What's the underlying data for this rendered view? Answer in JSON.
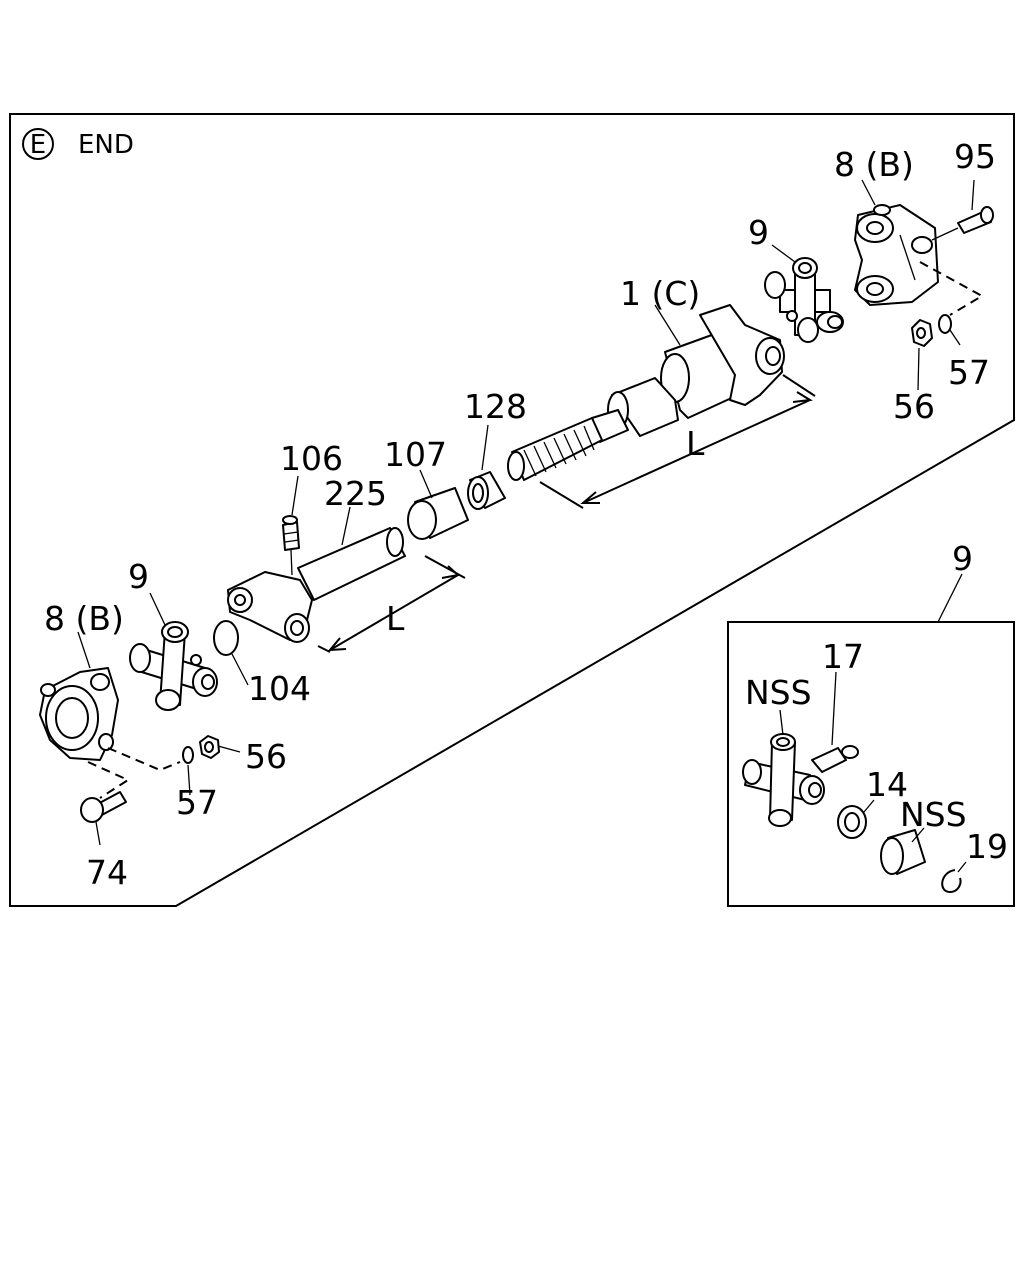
{
  "header": {
    "circle_letter": "E",
    "end_text": "END"
  },
  "labels": {
    "p95": "95",
    "p8b_right": "8 (B)",
    "p9_right": "9",
    "p1c": "1 (C)",
    "p57_right": "57",
    "p56_right": "56",
    "p128": "128",
    "p107": "107",
    "p106": "106",
    "p225": "225",
    "L_upper": "L",
    "L_lower": "L",
    "p9_left": "9",
    "p8b_left": "8 (B)",
    "p104": "104",
    "p56_left": "56",
    "p57_left": "57",
    "p74": "74",
    "inset_ref": "9",
    "inset_nss_top": "NSS",
    "inset_17": "17",
    "inset_14": "14",
    "inset_nss_cup": "NSS",
    "inset_19": "19"
  }
}
